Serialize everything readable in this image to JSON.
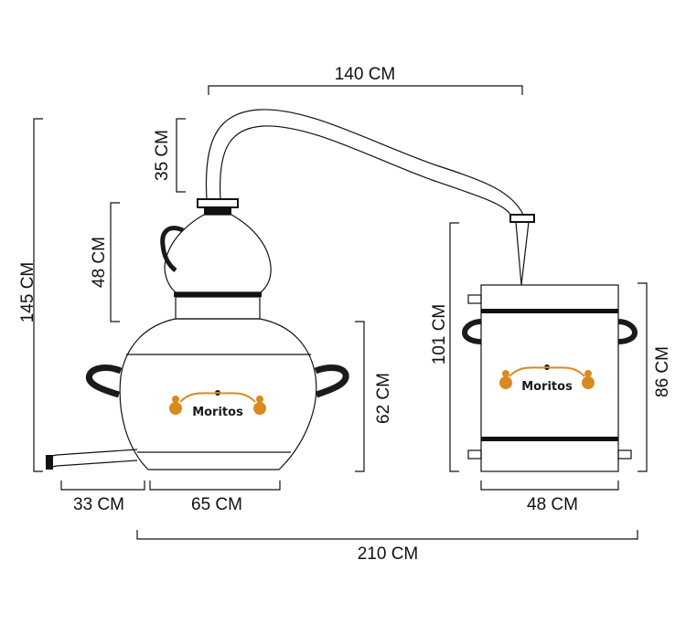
{
  "dimensions": {
    "pipe_span": "140 CM",
    "pipe_height": "35 CM",
    "helmet_height": "48 CM",
    "total_height": "145 CM",
    "pot_height": "62 CM",
    "spout_length": "33 CM",
    "pot_base_width": "65 CM",
    "total_width": "210 CM",
    "condenser_total_height": "101 CM",
    "condenser_body_height": "86 CM",
    "condenser_width": "48 CM"
  },
  "logos": {
    "pot_brand": "Moritos",
    "condenser_brand": "Moritos"
  },
  "colors": {
    "line": "#111111",
    "handle": "#1a1a1a",
    "logo_accent": "#d98a1e"
  }
}
